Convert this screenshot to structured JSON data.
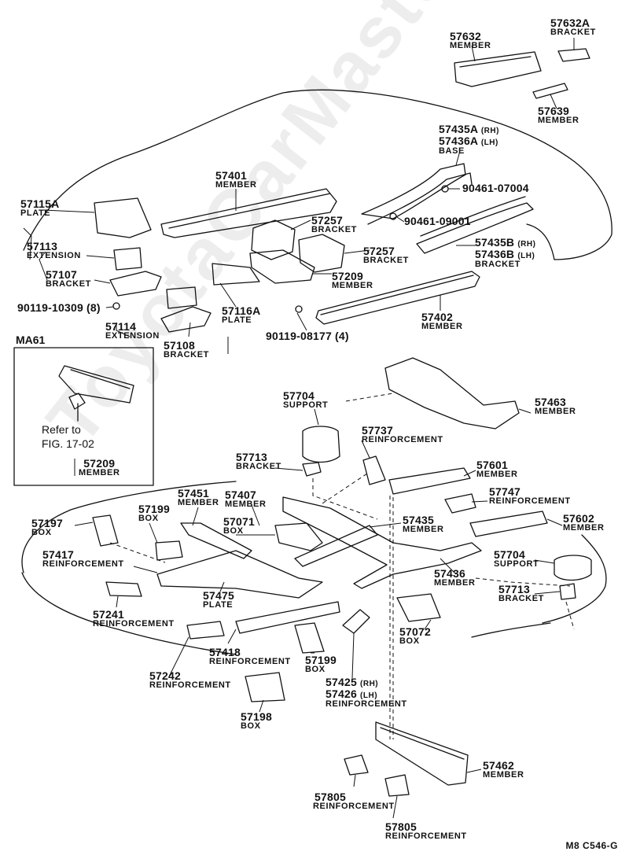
{
  "watermark": "ToyotaCarMaster.ru",
  "inset": {
    "title": "MA61",
    "refer_line1": "Refer to",
    "refer_line2": "FIG. 17-02",
    "part_num": "57209",
    "part_name": "MEMBER"
  },
  "footer_code": "M8  C546-G",
  "labels": [
    {
      "id": "l57632",
      "num": "57632",
      "name": "MEMBER"
    },
    {
      "id": "l57632a",
      "num": "57632A",
      "name": "BRACKET"
    },
    {
      "id": "l57639",
      "num": "57639",
      "name": "MEMBER"
    },
    {
      "id": "l57435a",
      "num": "57435A",
      "side": "(RH)"
    },
    {
      "id": "l57436a",
      "num": "57436A",
      "side": "(LH)",
      "name": "BASE"
    },
    {
      "id": "l90461a",
      "num": "90461-07004"
    },
    {
      "id": "l90461b",
      "num": "90461-09001"
    },
    {
      "id": "l57401",
      "num": "57401",
      "name": "MEMBER"
    },
    {
      "id": "l57115a",
      "num": "57115A",
      "name": "PLATE"
    },
    {
      "id": "l57257a",
      "num": "57257",
      "name": "BRACKET"
    },
    {
      "id": "l57257b",
      "num": "57257",
      "name": "BRACKET"
    },
    {
      "id": "l57435b",
      "num": "57435B",
      "side": "(RH)"
    },
    {
      "id": "l57436b",
      "num": "57436B",
      "side": "(LH)",
      "name": "BRACKET"
    },
    {
      "id": "l57113",
      "num": "57113",
      "name": "EXTENSION"
    },
    {
      "id": "l57107",
      "num": "57107",
      "name": "BRACKET"
    },
    {
      "id": "l57209",
      "num": "57209",
      "name": "MEMBER"
    },
    {
      "id": "l90119a",
      "num": "90119-10309 (8)"
    },
    {
      "id": "l57116a",
      "num": "57116A",
      "name": "PLATE"
    },
    {
      "id": "l57402",
      "num": "57402",
      "name": "MEMBER"
    },
    {
      "id": "l57114",
      "num": "57114",
      "name": "EXTENSION"
    },
    {
      "id": "l90119b",
      "num": "90119-08177 (4)"
    },
    {
      "id": "l57108",
      "num": "57108",
      "name": "BRACKET"
    },
    {
      "id": "l57463",
      "num": "57463",
      "name": "MEMBER"
    },
    {
      "id": "l57704a",
      "num": "57704",
      "name": "SUPPORT"
    },
    {
      "id": "l57737",
      "num": "57737",
      "name": "REINFORCEMENT"
    },
    {
      "id": "l57713a",
      "num": "57713",
      "name": "BRACKET"
    },
    {
      "id": "l57601",
      "num": "57601",
      "name": "MEMBER"
    },
    {
      "id": "l57747",
      "num": "57747",
      "name": "REINFORCEMENT"
    },
    {
      "id": "l57451",
      "num": "57451",
      "name": "MEMBER"
    },
    {
      "id": "l57407",
      "num": "57407",
      "name": "MEMBER"
    },
    {
      "id": "l57199a",
      "num": "57199",
      "name": "BOX"
    },
    {
      "id": "l57071",
      "num": "57071",
      "name": "BOX"
    },
    {
      "id": "l57435",
      "num": "57435",
      "name": "MEMBER"
    },
    {
      "id": "l57602",
      "num": "57602",
      "name": "MEMBER"
    },
    {
      "id": "l57197",
      "num": "57197",
      "name": "BOX"
    },
    {
      "id": "l57417",
      "num": "57417",
      "name": "REINFORCEMENT"
    },
    {
      "id": "l57704b",
      "num": "57704",
      "name": "SUPPORT"
    },
    {
      "id": "l57436",
      "num": "57436",
      "name": "MEMBER"
    },
    {
      "id": "l57475",
      "num": "57475",
      "name": "PLATE"
    },
    {
      "id": "l57713b",
      "num": "57713",
      "name": "BRACKET"
    },
    {
      "id": "l57241",
      "num": "57241",
      "name": "REINFORCEMENT"
    },
    {
      "id": "l57072",
      "num": "57072",
      "name": "BOX"
    },
    {
      "id": "l57418",
      "num": "57418",
      "name": "REINFORCEMENT"
    },
    {
      "id": "l57199b",
      "num": "57199",
      "name": "BOX"
    },
    {
      "id": "l57242",
      "num": "57242",
      "name": "REINFORCEMENT"
    },
    {
      "id": "l57425",
      "num": "57425",
      "side": "(RH)"
    },
    {
      "id": "l57426",
      "num": "57426",
      "side": "(LH)",
      "name": "REINFORCEMENT"
    },
    {
      "id": "l57198",
      "num": "57198",
      "name": "BOX"
    },
    {
      "id": "l57462",
      "num": "57462",
      "name": "MEMBER"
    },
    {
      "id": "l57805a",
      "num": "57805",
      "name": "REINFORCEMENT"
    },
    {
      "id": "l57805b",
      "num": "57805",
      "name": "REINFORCEMENT"
    }
  ]
}
